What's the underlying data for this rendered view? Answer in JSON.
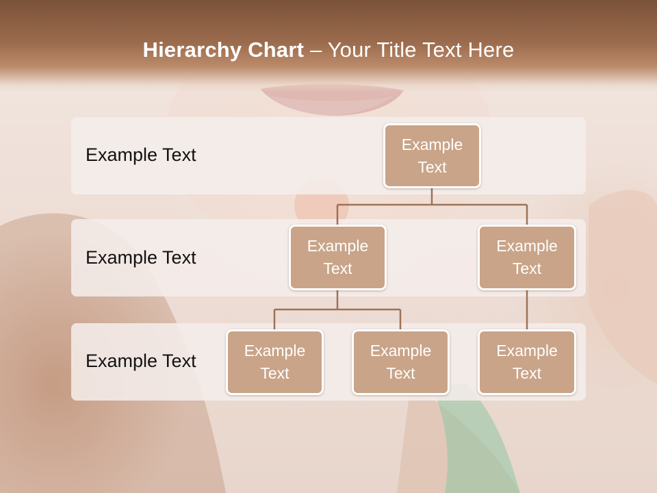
{
  "title": {
    "bold": "Hierarchy Chart",
    "rest": " – Your Title Text Here"
  },
  "levels": [
    {
      "label": "Example Text"
    },
    {
      "label": "Example Text"
    },
    {
      "label": "Example Text"
    }
  ],
  "nodes": {
    "root": "Example\nText",
    "mid_left": "Example\nText",
    "mid_right": "Example\nText",
    "bottom_1": "Example\nText",
    "bottom_2": "Example\nText",
    "bottom_3": "Example\nText"
  },
  "colors": {
    "title_band": "#9a6a4c",
    "node_fill": "#c9a488",
    "connector": "#9c7358",
    "band_fill": "#f5eeeb"
  }
}
